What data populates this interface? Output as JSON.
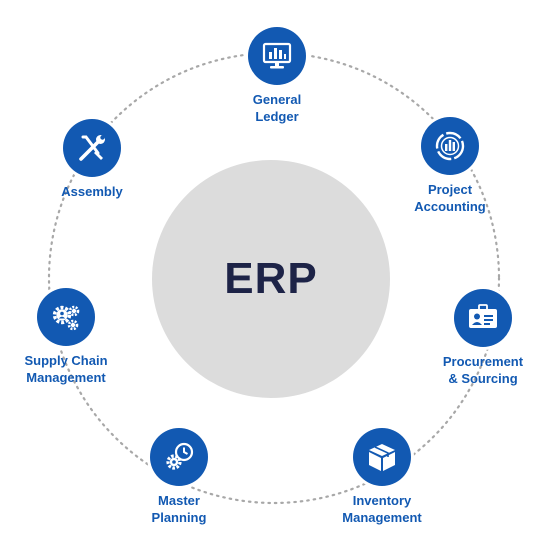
{
  "center": {
    "title": "ERP"
  },
  "nodes": [
    {
      "label": "General\nLedger",
      "icon": "monitor-chart-icon"
    },
    {
      "label": "Project\nAccounting",
      "icon": "circular-chart-icon"
    },
    {
      "label": "Procurement\n& Sourcing",
      "icon": "id-card-icon"
    },
    {
      "label": "Inventory\nManagement",
      "icon": "box-icon"
    },
    {
      "label": "Master\nPlanning",
      "icon": "gear-clock-icon"
    },
    {
      "label": "Supply Chain\nManagement",
      "icon": "gears-person-icon"
    },
    {
      "label": "Assembly",
      "icon": "wrench-screwdriver-icon"
    }
  ],
  "colors": {
    "accent": "#1259b2",
    "center_fill": "#dcdcdc",
    "center_text": "#1d2347",
    "dotted_ring": "#a8a8a8"
  }
}
